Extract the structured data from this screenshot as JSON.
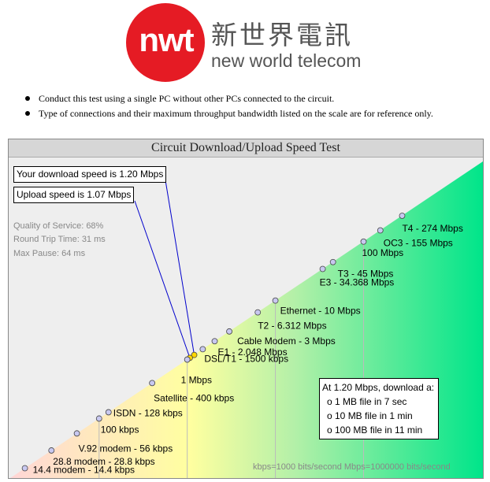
{
  "logo": {
    "mark_text": "nwt",
    "chinese_name": "新世界電訊",
    "english_name": "new world telecom",
    "brand_red": "#e51b24"
  },
  "notes": [
    "Conduct this test using a single PC without other PCs connected to the circuit.",
    "Type of connections and their maximum throughput bandwidth listed on the scale are for reference only."
  ],
  "test": {
    "title": "Circuit Download/Upload Speed Test",
    "download_result": "Your download speed is 1.20 Mbps",
    "upload_result": "Upload speed is 1.07 Mbps",
    "download_kbps": 1200,
    "upload_kbps": 1070,
    "quality_of_service": "Quality of Service: 68%",
    "round_trip_time": "Round Trip Time: 31 ms",
    "max_pause": "Max Pause: 64 ms",
    "download_times": {
      "heading": "At 1.20 Mbps, download a:",
      "items": [
        "o 1 MB file in 7 sec",
        "o 10 MB file in 1 min",
        "o 100 MB file in 11 min"
      ]
    },
    "units_note": "kbps=1000 bits/second  Mbps=1000000 bits/second",
    "scale_points": [
      {
        "label": "14.4 modem - 14.4 kbps",
        "kbps": 14.4,
        "highlight": false
      },
      {
        "label": "28.8 modem - 28.8 kbps",
        "kbps": 28.8,
        "highlight": false
      },
      {
        "label": "V.92 modem - 56 kbps",
        "kbps": 56,
        "highlight": false
      },
      {
        "label": "100 kbps",
        "kbps": 100,
        "highlight": true
      },
      {
        "label": "ISDN - 128 kbps",
        "kbps": 128,
        "highlight": false
      },
      {
        "label": "Satellite - 400 kbps",
        "kbps": 400,
        "highlight": false
      },
      {
        "label": "1 Mbps",
        "kbps": 1000,
        "highlight": true
      },
      {
        "label": "DSL/T1 - 1500 kbps",
        "kbps": 1500,
        "highlight": false
      },
      {
        "label": "E1 - 2.048 Mbps",
        "kbps": 2048,
        "highlight": false
      },
      {
        "label": "Cable Modem - 3 Mbps",
        "kbps": 3000,
        "highlight": false
      },
      {
        "label": "T2 - 6.312 Mbps",
        "kbps": 6312,
        "highlight": false
      },
      {
        "label": "Ethernet - 10 Mbps",
        "kbps": 10000,
        "highlight": true
      },
      {
        "label": "E3 - 34.368 Mbps",
        "kbps": 34368,
        "highlight": false
      },
      {
        "label": "T3 - 45 Mbps",
        "kbps": 45000,
        "highlight": false
      },
      {
        "label": "100 Mbps",
        "kbps": 100000,
        "highlight": true
      },
      {
        "label": "OC3 - 155 Mbps",
        "kbps": 155000,
        "highlight": false
      },
      {
        "label": "T4 - 274 Mbps",
        "kbps": 274000,
        "highlight": false
      }
    ],
    "colors": {
      "dot_fill": "#c8c8f0",
      "result_dot": "#ffd700",
      "pointer_line": "#0000cc",
      "sky": "#eeeeee",
      "gradient_low": "#ffd6d6",
      "gradient_mid": "#ffffa0",
      "gradient_high": "#00e58a"
    }
  }
}
